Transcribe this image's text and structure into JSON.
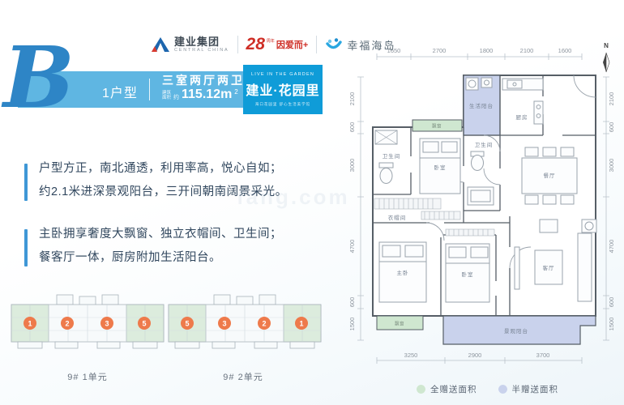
{
  "colors": {
    "banner_blue": "#5fb6e2",
    "logo_box_blue": "#0f9cd8",
    "accent_blue": "#2e85c6",
    "bullet_text": "#31475e",
    "orange": "#ee7a4b",
    "full_gift": "#cfe7d0",
    "half_gift": "#c9d2ec",
    "wall": "#565e66"
  },
  "header": {
    "brand1_name": "建业集团",
    "brand1_sub": "CENTRAL CHINA",
    "brand2_num": "28",
    "brand2_sup": "周年",
    "brand2_slogan": "因爱而+",
    "brand3_name": "幸福海岛"
  },
  "banner": {
    "letter": "B",
    "unit_type": "1户型",
    "layout": "三室两厅两卫",
    "area_label_top": "建筑",
    "area_label_bottom": "面积",
    "area_prefix": "约",
    "area_value": "115.12m",
    "area_sup": "2",
    "logo_top": "LIVE IN THE GARDEN",
    "logo_name": "建业·花园里",
    "logo_slogan": "海口花园里 舒心生活美学馆"
  },
  "bullets": [
    {
      "line1": "户型方正，南北通透，利用率高，悦心自如；",
      "line2": "约2.1米进深景观阳台，三开间朝南阔景采光。"
    },
    {
      "line1": "主卧拥享奢度大飘窗、独立衣帽间、卫生间；",
      "line2": "餐客厅一体，厨房附加生活阳台。"
    }
  ],
  "buildings": [
    {
      "label": "9# 1单元",
      "units": [
        "1",
        "2",
        "3",
        "5"
      ]
    },
    {
      "label": "9# 2单元",
      "units": [
        "5",
        "3",
        "2",
        "1"
      ]
    }
  ],
  "plan": {
    "north_label": "N",
    "dims_top": [
      "1650",
      "2700",
      "1800",
      "2100",
      "1600"
    ],
    "dims_left": [
      "2100",
      "600",
      "3000",
      "4700",
      "600",
      "1500"
    ],
    "dims_right": [
      "2100",
      "600",
      "3000",
      "4700",
      "600",
      "1500"
    ],
    "dims_bottom": [
      "3250",
      "2900",
      "3700"
    ],
    "rooms": {
      "laundry_balcony": "生活阳台",
      "kitchen": "厨房",
      "bay_top": "飘窗",
      "bath1": "卫生间",
      "bed1": "卧室",
      "bath2": "卫生间",
      "dining": "餐厅",
      "cloak": "衣帽间",
      "master": "主卧",
      "bed2": "卧室",
      "living": "客厅",
      "bay_bottom": "飘窗",
      "view_balcony": "景观阳台"
    }
  },
  "legend": [
    {
      "label": "全赠送面积"
    },
    {
      "label": "半赠送面积"
    }
  ],
  "watermark": "fang.com"
}
